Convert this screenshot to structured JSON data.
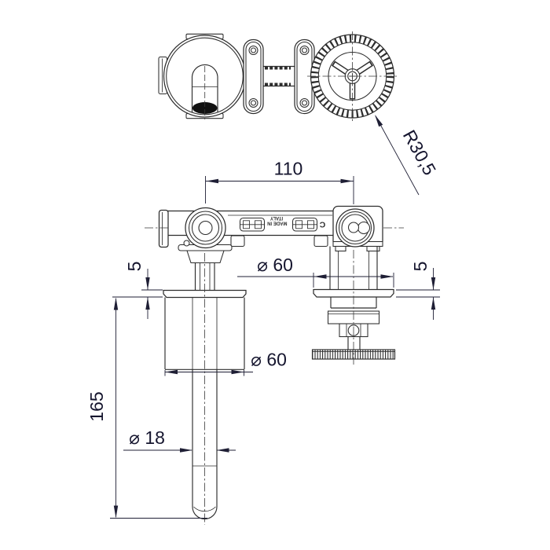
{
  "colors": {
    "line": "#2d2d2d",
    "dimension_text": "#15152e",
    "background": "#ffffff",
    "spout_opening_fill": "#111111"
  },
  "dimensions": {
    "handle_radius": "R30,5",
    "hole_spread": "110",
    "right_escutcheon_diameter": "⌀ 60",
    "right_escutcheon_thickness": "5",
    "left_escutcheon_thickness": "5",
    "left_escutcheon_diameter": "⌀ 60",
    "spout_length": "165",
    "spout_tube_diameter": "⌀ 18"
  },
  "markings": {
    "line1": "MADE IN",
    "line2": "ITALY",
    "symbol": "C"
  }
}
